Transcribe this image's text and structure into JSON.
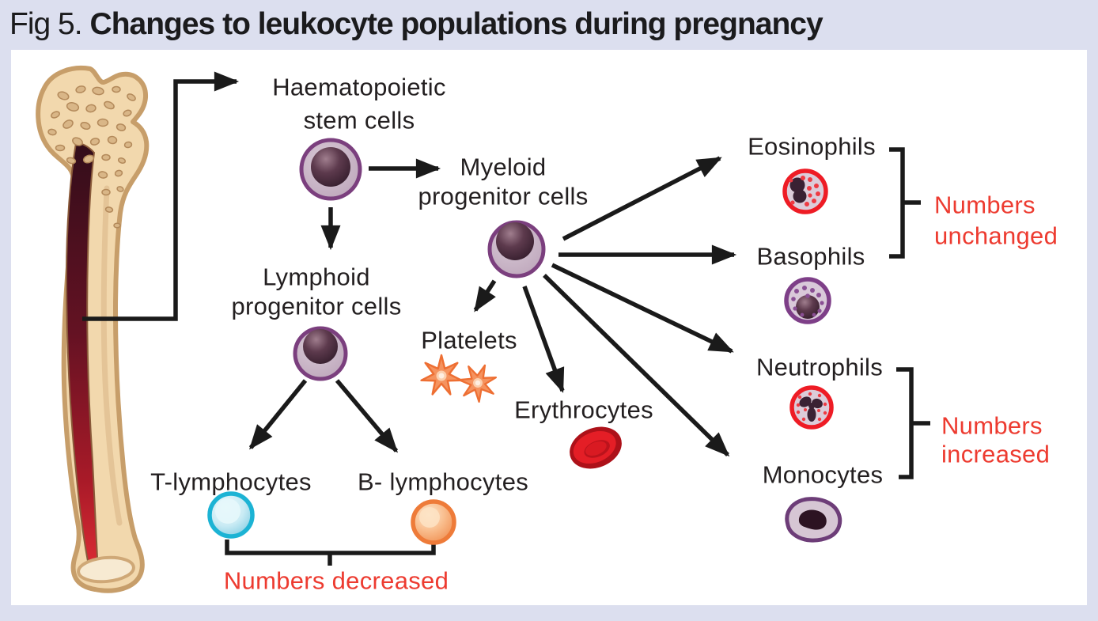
{
  "figure": {
    "label": "Fig 5.",
    "title": "Changes to leukocyte populations during pregnancy"
  },
  "colors": {
    "page_background": "#dcdfef",
    "panel_background": "#ffffff",
    "label_text": "#231f20",
    "annotation_red": "#ed3b30",
    "arrow_black": "#1a1a1a",
    "bone_fill": "#f2d8ad",
    "bone_outline": "#c79e6a",
    "marrow_red": "#a81a28",
    "progenitor_ring_purple": "#7b3f7e",
    "eosinophil_ring_red": "#ee1c25",
    "basophil_ring_purple": "#7e3f88",
    "t_cell_cyan": "#1cb3d4",
    "b_cell_orange": "#ee7b39",
    "platelet_orange": "#f5935f",
    "erythrocyte_red": "#e41e26"
  },
  "nodes": {
    "hsc": {
      "label_line1": "Haematopoietic",
      "label_line2": "stem cells"
    },
    "myeloid": {
      "label_line1": "Myeloid",
      "label_line2": "progenitor cells"
    },
    "lymphoid": {
      "label_line1": "Lymphoid",
      "label_line2": "progenitor cells"
    },
    "t_lymphocytes": {
      "label": "T-lymphocytes"
    },
    "b_lymphocytes": {
      "label": "B- lymphocytes"
    },
    "platelets": {
      "label": "Platelets"
    },
    "erythrocytes": {
      "label": "Erythrocytes"
    },
    "eosinophils": {
      "label": "Eosinophils"
    },
    "basophils": {
      "label": "Basophils"
    },
    "neutrophils": {
      "label": "Neutrophils"
    },
    "monocytes": {
      "label": "Monocytes"
    }
  },
  "annotations": {
    "decreased": {
      "label": "Numbers decreased"
    },
    "unchanged": {
      "line1": "Numbers",
      "line2": "unchanged"
    },
    "increased": {
      "line1": "Numbers",
      "line2": "increased"
    }
  }
}
